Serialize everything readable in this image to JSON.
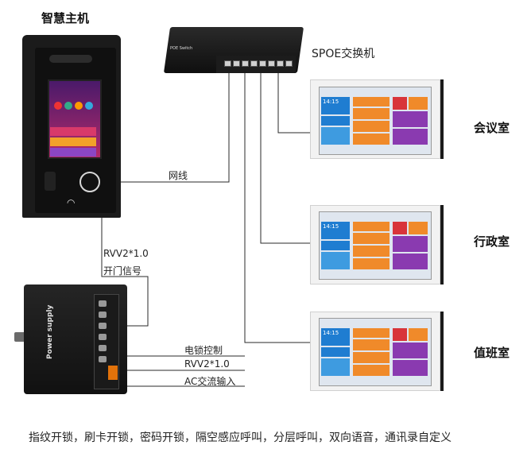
{
  "diagram": {
    "host_title": "智慧主机",
    "switch_title": "SPOE交换机",
    "switch_brand": "POE Switch",
    "network_cable_label": "网线",
    "signal_cable_spec": "RVV2*1.0",
    "door_signal_label": "开门信号",
    "lock_control_label": "电锁控制",
    "power_cable_spec": "RVV2*1.0",
    "ac_input_label": "AC交流输入",
    "psu_brand": "Power supply",
    "rooms": {
      "meeting_room": "会议室",
      "admin_office": "行政室",
      "duty_room": "值班室"
    },
    "features": "指纹开锁，刷卡开锁，密码开锁，隔空感应呼叫，分层呼叫，双向语音，通讯录自定义"
  },
  "panel_ui": {
    "time": "14:15"
  },
  "colors": {
    "line": "#2a2a2a",
    "tile_blue": "#1f7dd1",
    "tile_orange": "#f08a2a",
    "tile_purple": "#8a3ab0",
    "tile_red": "#d8343a"
  }
}
